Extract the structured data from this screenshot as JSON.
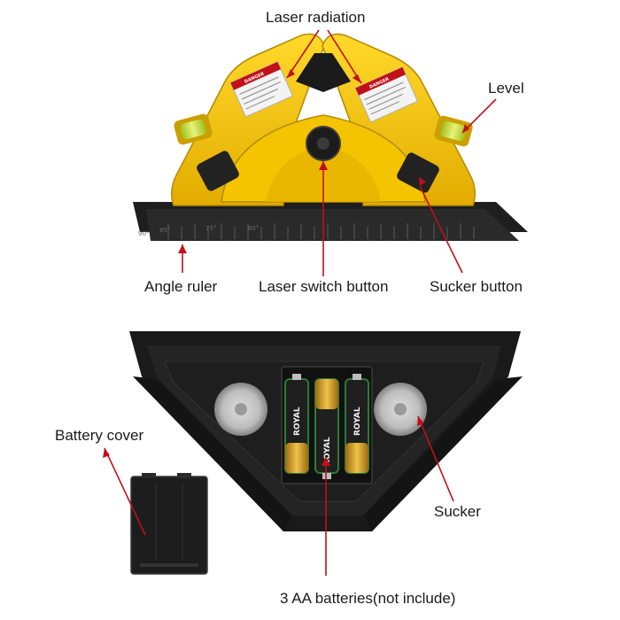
{
  "labels": {
    "laser_radiation": "Laser radiation",
    "level": "Level",
    "angle_ruler": "Angle ruler",
    "laser_switch_button": "Laser switch button",
    "sucker_button": "Sucker button",
    "battery_cover": "Battery cover",
    "sucker": "Sucker",
    "batteries": "3 AA batteries(not include)"
  },
  "device": {
    "danger_tag": "DANGER",
    "battery_brand": "ROYAL",
    "ruler_ticks": [
      "90°",
      "85°",
      "75°",
      "65°"
    ]
  },
  "colors": {
    "body_yellow": "#f2c400",
    "body_shadow": "#c99a00",
    "base_black": "#1c1c1c",
    "callout_red": "#c0101a",
    "battery_gold": "#d8a623",
    "battery_green": "#2d7a36"
  },
  "icons": [
    "suction-cup-icon",
    "bubble-level-icon",
    "warning-sticker-icon"
  ]
}
